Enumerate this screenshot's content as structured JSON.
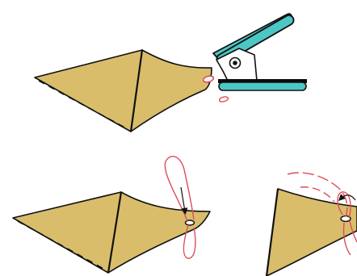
{
  "colors": {
    "paper_fill": "#D9BD6B",
    "outline": "#111111",
    "punch_body": "#4CC7C4",
    "punch_dark": "#0B0B0B",
    "ribbon": "#E04B5A",
    "background": "#FFFFFF"
  },
  "panels": [
    {
      "name": "step-1-punch-hole",
      "icons": [
        "folded-paper-icon",
        "hole-punch-icon",
        "punched-hole-icon",
        "paper-chad-icon"
      ]
    },
    {
      "name": "step-2-thread-ribbon",
      "icons": [
        "folded-paper-icon",
        "ribbon-loop-icon",
        "down-arrow-icon"
      ]
    },
    {
      "name": "step-3-tie-ribbon",
      "icons": [
        "folded-paper-icon",
        "ribbon-tie-icon",
        "curved-arrow-icon"
      ]
    }
  ]
}
